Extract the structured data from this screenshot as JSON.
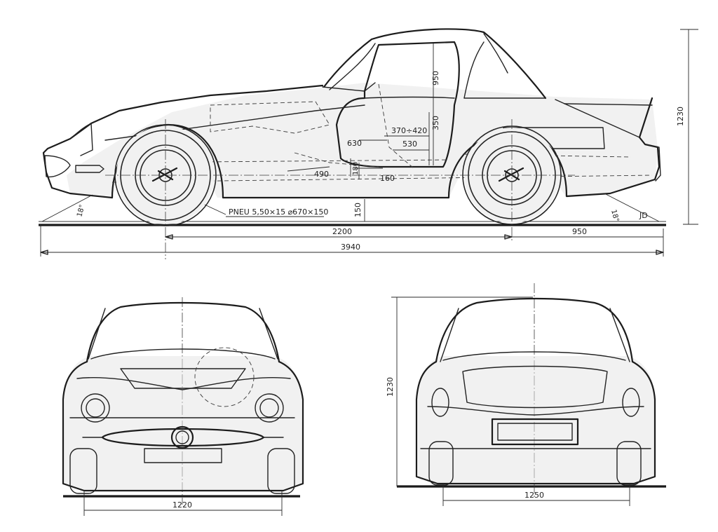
{
  "side_view": {
    "roof_height_label": "950",
    "door_height_label": "350",
    "seat_dim_labels": [
      "370÷420",
      "530",
      "630"
    ],
    "floor_label": "490",
    "pedal_labels": [
      "180",
      "160"
    ],
    "ground_clearance_label": "150",
    "approach_angle_label": "18°",
    "departure_angle_label": "18°",
    "tyre_label": "PNEU  5,50×15  ⌀670×150",
    "initials": "JD",
    "overall_height_label": "1230",
    "wheelbase_label": "2200",
    "rear_overhang_label": "950",
    "overall_length_label": "3940"
  },
  "front_view": {
    "track_label": "1220"
  },
  "rear_view": {
    "height_label": "1230",
    "track_label": "1250"
  }
}
